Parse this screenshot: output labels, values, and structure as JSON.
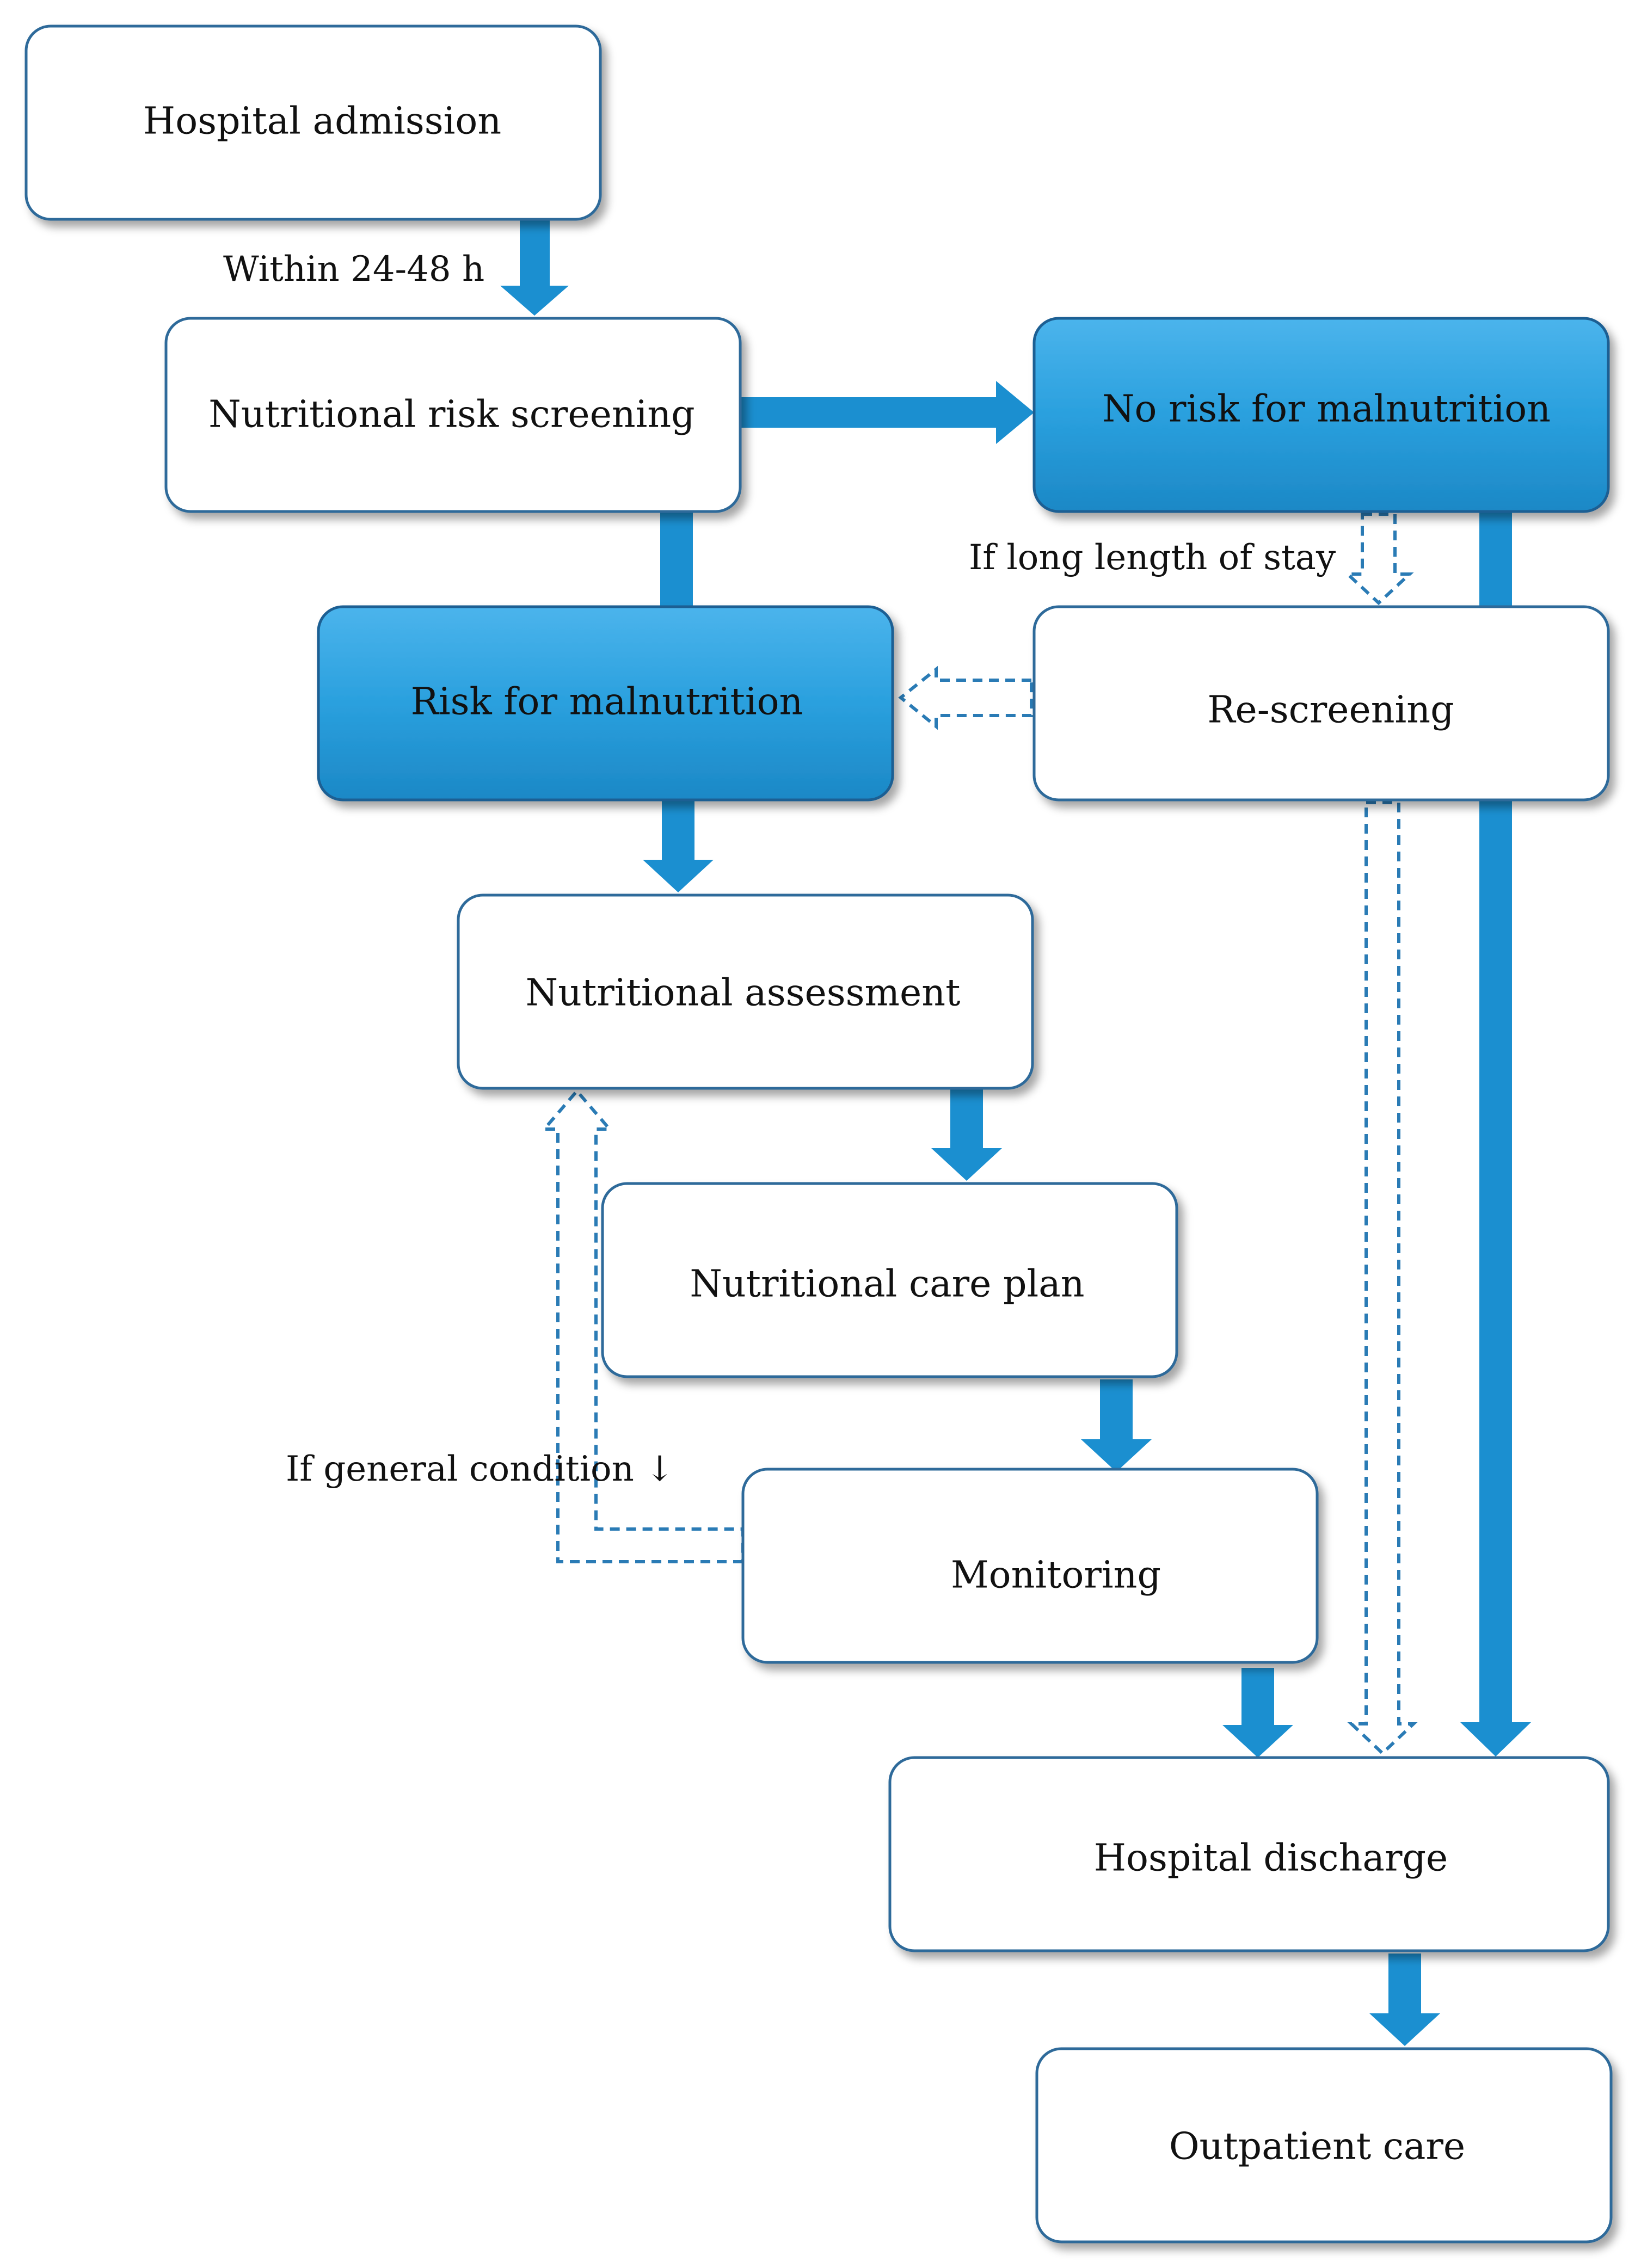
{
  "nodes": {
    "hospital_admission": "Hospital admission",
    "nutritional_risk_screening": "Nutritional risk screening",
    "no_risk_for_malnutrition": "No risk for malnutrition",
    "risk_for_malnutrition": "Risk for malnutrition",
    "re_screening": "Re-screening",
    "nutritional_assessment": "Nutritional assessment",
    "nutritional_care_plan": "Nutritional care plan",
    "monitoring": "Monitoring",
    "hospital_discharge": "Hospital discharge",
    "outpatient_care": "Outpatient care"
  },
  "edge_labels": {
    "within_time": "Within 24-48 h",
    "long_stay": "If long length of stay",
    "general_condition": "If general condition ↓"
  },
  "colors": {
    "arrow": "#1b8fd0",
    "highlight_box": "#2aa0de",
    "box_border": "#2e6a9a",
    "dashed_arrow": "#2a7bb5"
  }
}
